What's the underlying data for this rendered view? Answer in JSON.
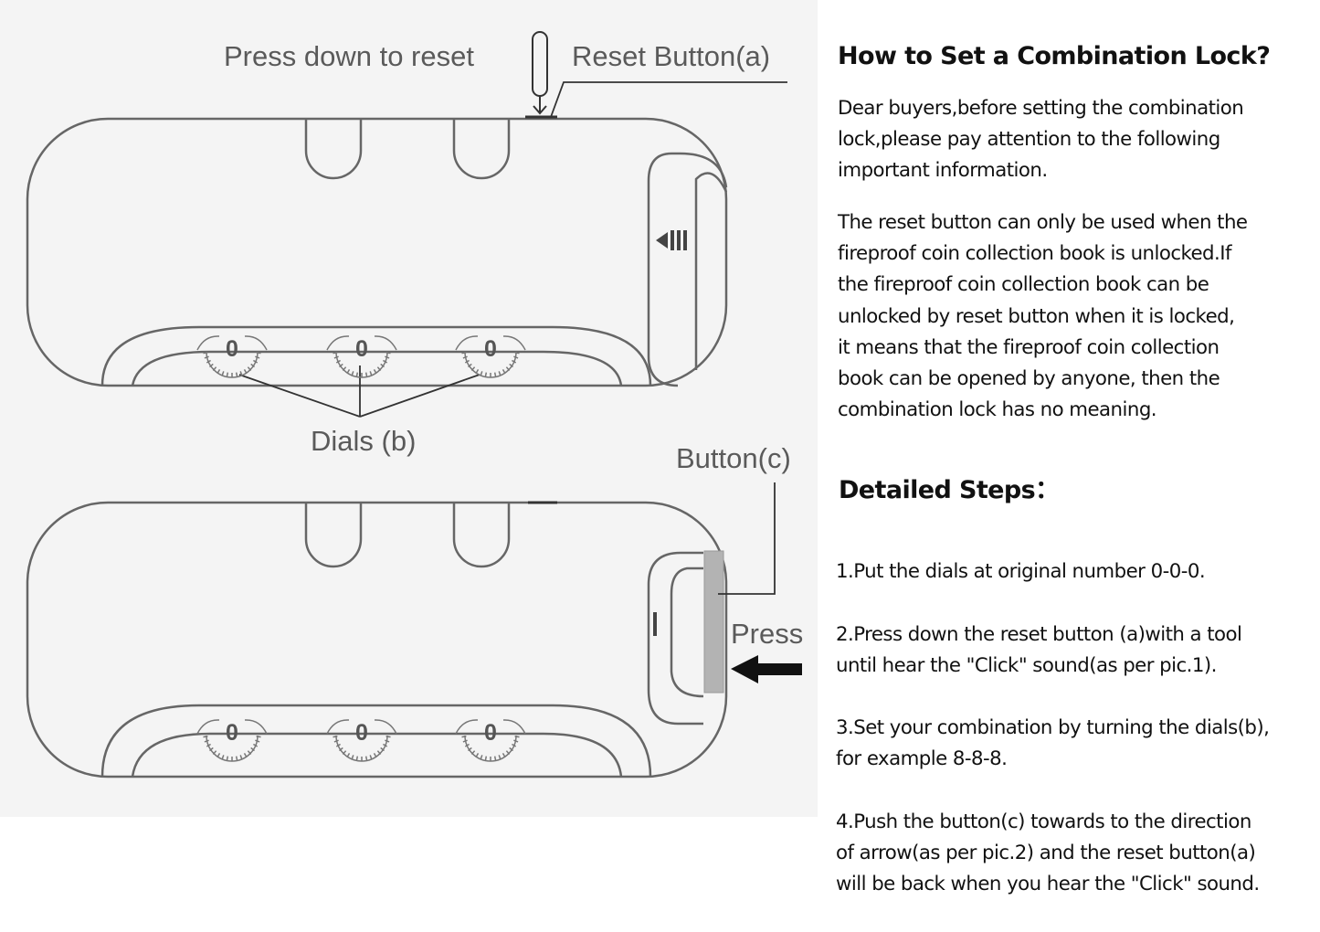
{
  "diagram": {
    "labels": {
      "press_down": "Press down to reset",
      "reset_button": "Reset Button(a)",
      "dials": "Dials (b)",
      "button_c": "Button(c)",
      "press": "Press"
    },
    "dial_digit": "0",
    "icons": {
      "slider_mark": "arrow-left-with-bars-icon",
      "press_arrow": "left-arrow-icon",
      "reset_pointer": "down-arrow-icon"
    },
    "colors": {
      "panel_bg": "#f4f4f4",
      "line": "#666666",
      "arrow": "#111111"
    }
  },
  "text": {
    "title": "How to Set a Combination Lock?",
    "intro": "Dear buyers,before setting the combination\nlock,please pay attention to the following\nimportant information.",
    "warning": "The reset button can only be used when the\nfireproof coin collection book is unlocked.If\nthe fireproof coin collection book can be\nunlocked by reset button when it is locked,\nit means that the fireproof coin collection\nbook can be opened by anyone, then the\ncombination lock has no meaning.",
    "steps_heading": "Detailed Steps：",
    "steps": [
      "1.Put the dials at original number 0-0-0.",
      "2.Press down the reset button (a)with a tool\nuntil hear the \"Click\" sound(as per pic.1).",
      "3.Set your combination by turning the dials(b),\nfor example 8-8-8.",
      "4.Push the button(c) towards to the direction\nof arrow(as per pic.2) and the reset button(a)\nwill be back when you hear the \"Click\" sound."
    ]
  }
}
